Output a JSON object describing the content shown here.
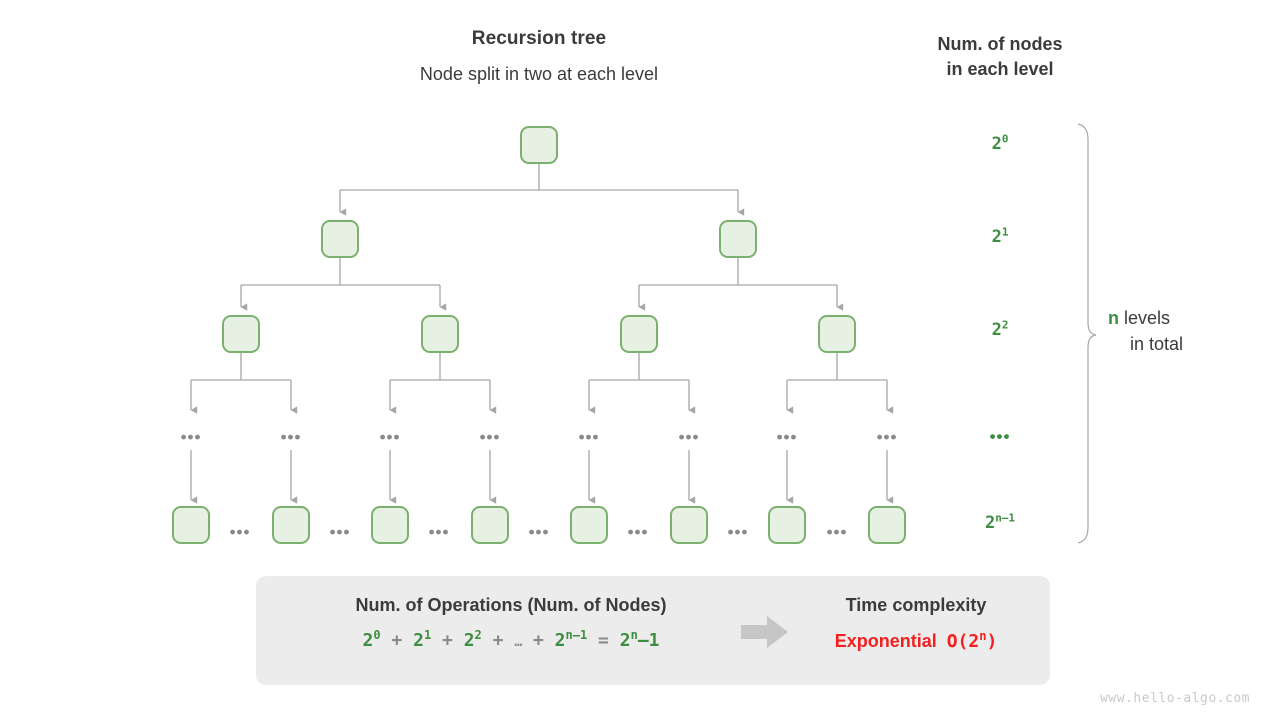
{
  "header": {
    "title": "Recursion tree",
    "subtitle": "Node split in two at each level",
    "column_title_line1": "Num. of nodes",
    "column_title_line2": "in each level"
  },
  "levels": [
    {
      "label_base": "2",
      "label_exp": "0",
      "node_count": 1
    },
    {
      "label_base": "2",
      "label_exp": "1",
      "node_count": 2
    },
    {
      "label_base": "2",
      "label_exp": "2",
      "node_count": 4
    },
    {
      "label_base": "…",
      "label_exp": "",
      "node_count": 8
    },
    {
      "label_base": "2",
      "label_exp": "n–1",
      "node_count": 8
    }
  ],
  "brace_note": {
    "highlight": "n",
    "text_line1": " levels",
    "text_line2": "in total"
  },
  "summary": {
    "left_heading": "Num. of Operations (Num. of Nodes)",
    "formula": {
      "t0_base": "2",
      "t0_exp": "0",
      "op1": "+",
      "t1_base": "2",
      "t1_exp": "1",
      "op2": "+",
      "t2_base": "2",
      "t2_exp": "2",
      "op3": "+",
      "ellipsis": "…",
      "op4": "+",
      "t3_base": "2",
      "t3_exp": "n–1",
      "eq": "=",
      "result_base": "2",
      "result_exp": "n",
      "result_tail": "–1"
    },
    "right_heading": "Time complexity",
    "complexity_word": "Exponential",
    "complexity_base": "O(2",
    "complexity_exp": "n",
    "complexity_tail": ")",
    "arrow": "right-block-arrow"
  },
  "watermark": "www.hello-algo.com",
  "colors": {
    "node_fill": "#e7f1e3",
    "node_border": "#7cb06f",
    "green_text": "#3e8e41",
    "red_text": "#f41f1f",
    "connector": "#a6a6a6",
    "panel_bg": "#ececec",
    "body_text": "#3b3b3b"
  },
  "dots_marker": "•••"
}
